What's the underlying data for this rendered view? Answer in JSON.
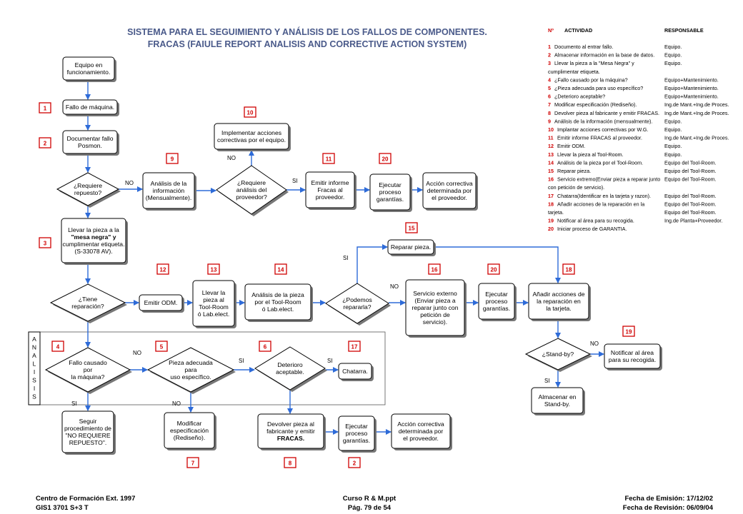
{
  "title": {
    "line1": "SISTEMA PARA EL SEGUIMIENTO Y ANÁLISIS DE LOS FALLOS DE COMPONENTES.",
    "line2": "FRACAS (FAIULE REPORT ANALISIS AND CORRECTIVE ACTION SYSTEM)"
  },
  "colors": {
    "box_shadow": "#777777",
    "arrow": "#2e6bd8",
    "number_badge": "#d00000",
    "title": "#4a5a8a"
  },
  "nodes": {
    "equipo_funcionamiento": [
      "Equipo en",
      "funcionamiento."
    ],
    "fallo_maquina": [
      "Fallo de máquina."
    ],
    "documentar_fallo": [
      "Documentar fallo",
      "Posmon."
    ],
    "requiere_repuesto": [
      "¿Requiere",
      "repuesto?"
    ],
    "analisis_info": [
      "Análisis de la",
      "información",
      "(Mensualmente)."
    ],
    "requiere_analisis": [
      "¿Requiere",
      "análisis del",
      "proveedor?"
    ],
    "implementar_acciones": [
      "Implementar acciones",
      "correctivas por el equipo."
    ],
    "emitir_informe": [
      "Emitir informe",
      "Fracas al",
      "proveedor."
    ],
    "ejecutar_garantias_top": [
      "Ejecutar",
      "proceso",
      "garantías."
    ],
    "accion_correctiva_top": [
      "Acción correctiva",
      "determinada por",
      "el proveedor."
    ],
    "llevar_mesa_negra": [
      "Llevar la pieza a la",
      "\"mesa negra\" y",
      "cumplimentar etiqueta.",
      "(S-33078 AV)."
    ],
    "tiene_reparacion": [
      "¿Tiene",
      "reparación?"
    ],
    "emitir_odm": [
      "Emitir ODM."
    ],
    "llevar_tool_room": [
      "Llevar la",
      "pieza al",
      "Tool-Room",
      "ó Lab.elect."
    ],
    "analisis_pieza": [
      "Análisis de la pieza",
      "por el Tool-Room",
      "ó Lab.elect."
    ],
    "podemos_repararla": [
      "¿Podemos",
      "repararla?"
    ],
    "reparar_pieza": [
      "Reparar pieza."
    ],
    "servicio_externo": [
      "Servicio externo",
      "(Enviar pieza a",
      "reparar junto con",
      "petición de",
      "servicio)."
    ],
    "ejecutar_garantias_mid": [
      "Ejecutar",
      "proceso",
      "garantías."
    ],
    "anadir_acciones": [
      "Añadir acciones de",
      "la reparación en",
      "la tarjeta."
    ],
    "stand_by": [
      "¿Stand-by?"
    ],
    "notificar_area": [
      "Notificar al área",
      "para su recogida."
    ],
    "almacenar_standby": [
      "Almacenar en",
      "Stand-by."
    ],
    "fallo_causado_maquina": [
      "Fallo causado",
      "por",
      "la máquina?"
    ],
    "pieza_adecuada": [
      "Pieza adecuada",
      "para",
      "uso específico."
    ],
    "deterioro_aceptable": [
      "Deterioro",
      "aceptable."
    ],
    "chatarra": [
      "Chatarra."
    ],
    "seguir_procedimiento": [
      "Seguir",
      "procedimiento de",
      "\"NO REQUIERE",
      "REPUESTO\"."
    ],
    "modificar_especificacion": [
      "Modificar",
      "especificación",
      "(Rediseño)."
    ],
    "devolver_pieza": [
      "Devolver pieza al",
      "fabricante y emitir",
      "FRACAS."
    ],
    "ejecutar_garantias_bottom": [
      "Ejecutar",
      "proceso",
      "garantías."
    ],
    "accion_correctiva_bottom": [
      "Acción correctiva",
      "determinada por",
      "el proveedor."
    ]
  },
  "badges": [
    "1",
    "2",
    "3",
    "4",
    "5",
    "6",
    "7",
    "8",
    "2",
    "9",
    "10",
    "11",
    "20",
    "12",
    "13",
    "14",
    "15",
    "16",
    "20",
    "18",
    "17",
    "19"
  ],
  "edge_labels": {
    "no": "NO",
    "si": "SI"
  },
  "analisis_label": [
    "A",
    "N",
    "A",
    "L",
    "I",
    "S",
    "I",
    "S"
  ],
  "legend": {
    "headers": {
      "num": "Nº",
      "actividad": "ACTIVIDAD",
      "responsable": "RESPONSABLE"
    },
    "rows": [
      {
        "n": "1",
        "actividad": "Documento al entrar fallo.",
        "responsable": "Equipo."
      },
      {
        "n": "2",
        "actividad": "Almacenar información en la base de datos.",
        "responsable": "Equipo."
      },
      {
        "n": "3",
        "actividad": "Llevar la pieza a la \"Mesa Negra\" y",
        "responsable": "Equipo."
      },
      {
        "n": "",
        "actividad": "cumplimentar etiqueta.",
        "responsable": ""
      },
      {
        "n": "4",
        "actividad": "¿Fallo causado por la máquina?",
        "responsable": "Equipo+Mantenimiento."
      },
      {
        "n": "5",
        "actividad": "¿Pieza adecuada para uso específico?",
        "responsable": "Equipo+Mantenimiento."
      },
      {
        "n": "6",
        "actividad": "¿Deterioro aceptable?",
        "responsable": "Equipo+Mantenimiento."
      },
      {
        "n": "7",
        "actividad": "Modificar especificación (Rediseño).",
        "responsable": "Ing.de Mant.+Ing.de Proces."
      },
      {
        "n": "8",
        "actividad": "Devolver pieza al fabricante y emitir FRACAS.",
        "responsable": "Ing.de Mant.+Ing.de Proces."
      },
      {
        "n": "9",
        "actividad": "Análisis de la información (mensualmente).",
        "responsable": "Equipo."
      },
      {
        "n": "10",
        "actividad": "Implantar acciones correctivas por W.G.",
        "responsable": "Equipo."
      },
      {
        "n": "11",
        "actividad": "Emitir informe FRACAS al proveedor.",
        "responsable": "Ing.de Mant.+Ing.de Proces."
      },
      {
        "n": "12",
        "actividad": "Emitir ODM.",
        "responsable": "Equipo."
      },
      {
        "n": "13",
        "actividad": "Llevar la pieza al Tool-Room.",
        "responsable": "Equipo."
      },
      {
        "n": "14",
        "actividad": "Análisis de la pieza por el Tool-Room.",
        "responsable": "Equipo del Tool-Room."
      },
      {
        "n": "15",
        "actividad": "Reparar pieza.",
        "responsable": "Equipo del Tool-Room."
      },
      {
        "n": "16",
        "actividad": "Servicio extremo(Enviar pieza a reparar junto",
        "responsable": "Equipo del Tool-Room."
      },
      {
        "n": "",
        "actividad": "con petición de servicio).",
        "responsable": ""
      },
      {
        "n": "17",
        "actividad": "Chatarra(Identificar en la tarjeta y razon).",
        "responsable": "Equipo del Tool-Room."
      },
      {
        "n": "18",
        "actividad": "Añadir acciones de la reparación en la",
        "responsable": "Equipo del Tool-Room."
      },
      {
        "n": "",
        "actividad": "tarjeta.",
        "responsable": "Equipo del Tool-Room."
      },
      {
        "n": "19",
        "actividad": "Notificar al área para su recogida.",
        "responsable": "Ing.de Planta+Proveedor."
      },
      {
        "n": "20",
        "actividad": "Iniciar proceso de GARANTIA.",
        "responsable": ""
      }
    ]
  },
  "footer": {
    "left1": "Centro de Formación  Ext. 1997",
    "left2": "GIS1  3701 S+3  T",
    "center1": "Curso R & M.ppt",
    "center2": "Pág. 79 de 54",
    "right1": "Fecha de Emisión:  17/12/02",
    "right2": "Fecha de Revisión: 06/09/04"
  }
}
